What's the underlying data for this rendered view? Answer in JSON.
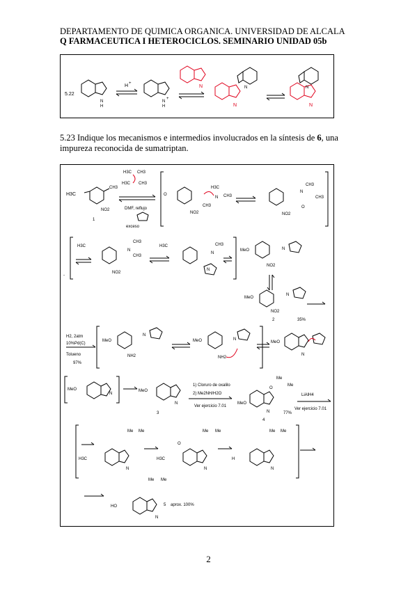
{
  "header": {
    "line1": "DEPARTAMENTO DE QUIMICA ORGANICA. UNIVERSIDAD DE ALCALA",
    "line2": "Q FARMACEUTICA I HETEROCICLOS. SEMINARIO UNIDAD 05b"
  },
  "scheme522": {
    "number": "5.22",
    "reagent": "H",
    "reagent_sup": "+",
    "nh": "N",
    "nh_h": "H",
    "plus": "+"
  },
  "question523": {
    "prefix": "5.23 Indique los mecanismos e intermedios involucrados en la síntesis de ",
    "compound": "6",
    "suffix": ", una impureza reconocida de sumatriptan."
  },
  "scheme523": {
    "h3c_o": "H3C",
    "ch3": "CH3",
    "no2": "NO2",
    "meo": "MeO",
    "nme": "N",
    "o": "O",
    "c1": "1",
    "c2": "2",
    "c3": "3",
    "c4": "4",
    "c5": "5",
    "dmf_reflujo": "DMF, reflujo",
    "exceso": "exceso",
    "yield_35": "35%",
    "h2_atm": "H2, 2atm",
    "pd_c": "10%Pd(C)",
    "tolueno": "Tolueno",
    "yield_97": "97%",
    "nh2": "NH2",
    "nh3": "NH2",
    "step1": "1) Cloruro de oxalilo",
    "step2": "2) Me2NH/H2O",
    "ver_701": "Ver ejercicio 7.01",
    "yield_77": "77%",
    "lialh4": "LiAlH4",
    "ver_701b": "Ver ejercicio 7.01",
    "ho": "HO",
    "yield_5": "aprox. 100%",
    "me": "Me",
    "h": "H"
  },
  "page_number": "2"
}
